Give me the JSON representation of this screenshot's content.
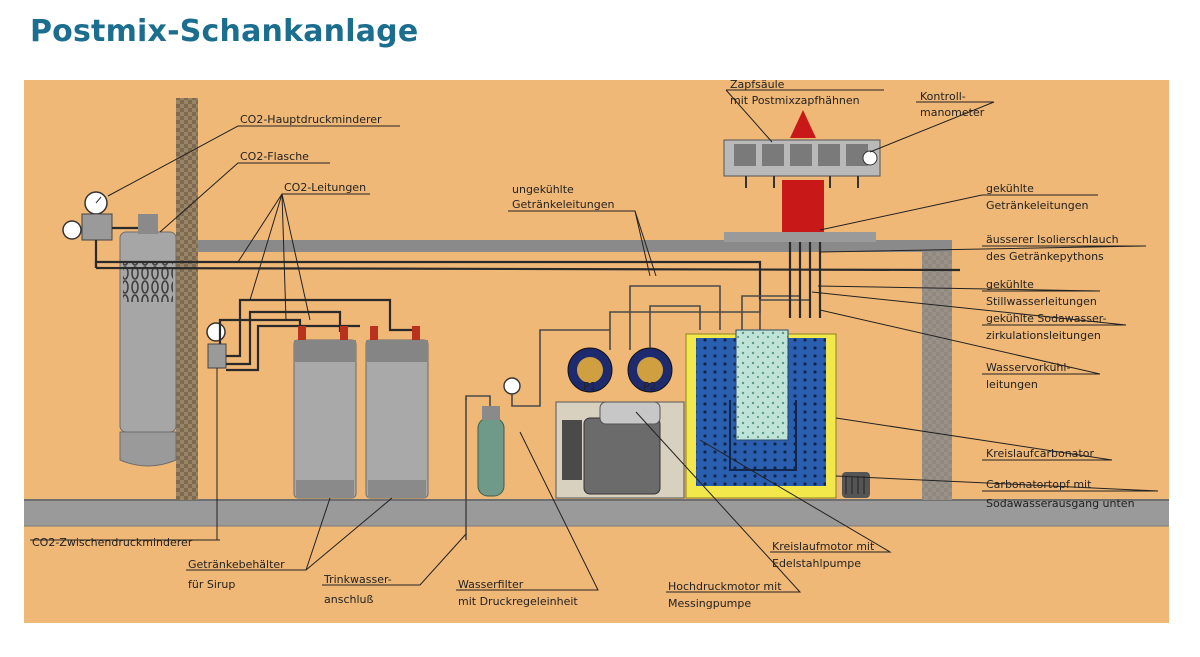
{
  "title": "Postmix-Schankanlage",
  "labels": {
    "co2_main_regulator": "CO2-Hauptdruckminderer",
    "co2_bottle": "CO2-Flasche",
    "co2_lines": "CO2-Leitungen",
    "uncooled_lines_1": "ungekühlte",
    "uncooled_lines_2": "Getränkeleitungen",
    "tap_column_1": "Zapfsäule",
    "tap_column_2": "mit Postmixzapfhähnen",
    "control_gauge_1": "Kontroll-",
    "control_gauge_2": "manometer",
    "cooled_lines_1": "gekühlte",
    "cooled_lines_2": "Getränkeleitungen",
    "outer_hose_1": "äusserer Isolierschlauch",
    "outer_hose_2": "des Getränkepythons",
    "still_water_1": "gekühlte",
    "still_water_2": "Stillwasserleitungen",
    "soda_water_1": "gekühlte Sodawasser-",
    "soda_water_2": "zirkulationsleitungen",
    "precooling_1": "Wasservorkühl-",
    "precooling_2": "leitungen",
    "carbonator": "Kreislaufcarbonator",
    "carbonator_tank_1": "Carbonatortopf mit",
    "carbonator_tank_2": "Sodawasserausgang unten",
    "circ_motor_1": "Kreislaufmotor mit",
    "circ_motor_2": "Edelstahlpumpe",
    "hp_motor_1": "Hochdruckmotor mit",
    "hp_motor_2": "Messingpumpe",
    "water_filter_1": "Wasserfilter",
    "water_filter_2": "mit Druckregeleinheit",
    "water_conn_1": "Trinkwasser-",
    "water_conn_2": "anschluß",
    "syrup_containers_1": "Getränkebehälter",
    "syrup_containers_2": "für Sirup",
    "co2_secondary_regulator": "CO2-Zwischendruckminderer",
    "pump_p1": "P1",
    "pump_p2": "P2"
  },
  "colors": {
    "title": "#1b6e8d",
    "background": "#f0b877",
    "floor": "#9a9a9a",
    "wall": "#a08a6c",
    "water_tank": "#2a5fb0",
    "tank_frame": "#f2e84c",
    "tap_column": "#c81818",
    "cylinder": "#a6a6a6"
  }
}
